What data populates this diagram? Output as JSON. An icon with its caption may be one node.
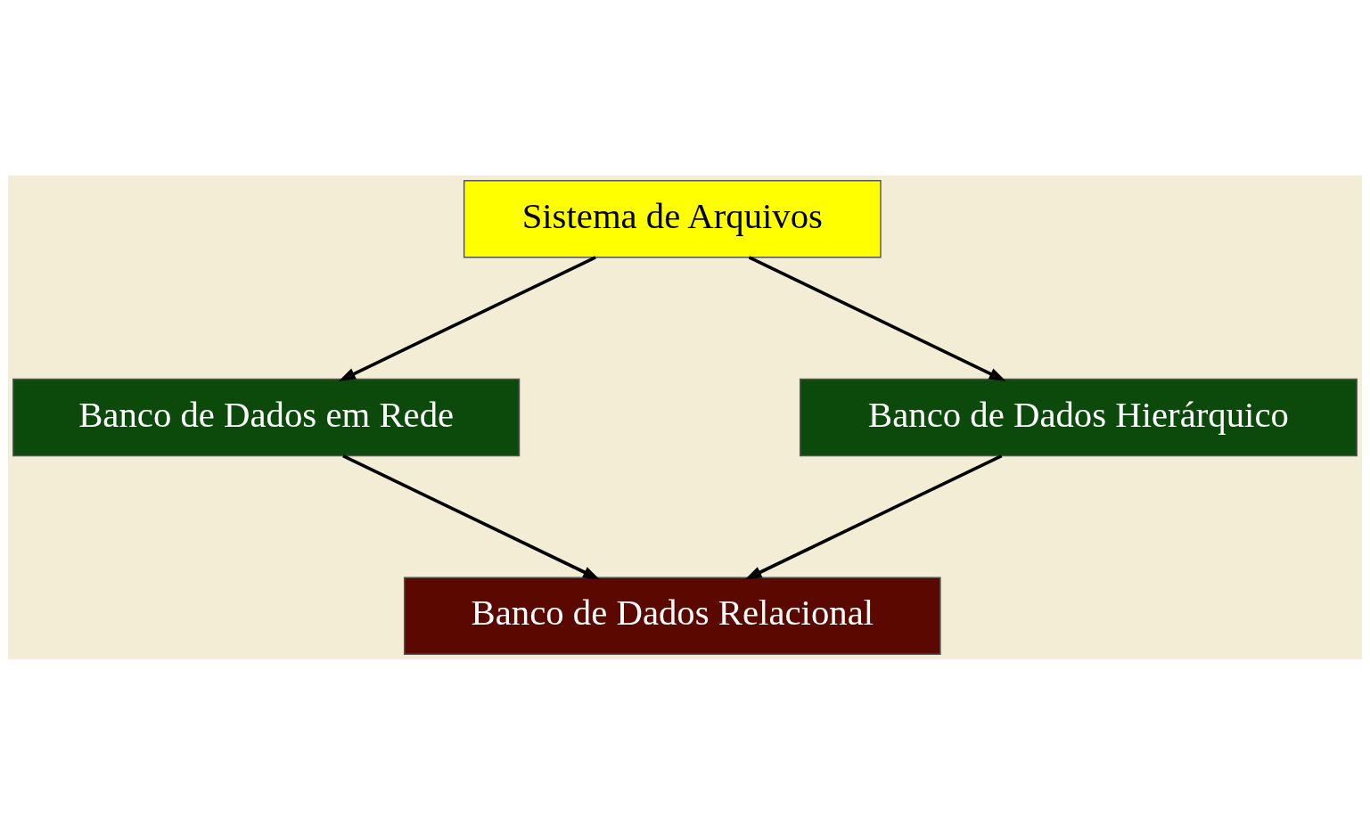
{
  "diagram": {
    "nodes": [
      {
        "text": [
          "Sistema de Arquivos"
        ]
      },
      {
        "text": [
          "Banco de Dados em Rede"
        ]
      },
      {
        "text": [
          "Banco de Dados Hierárquico"
        ]
      },
      {
        "text": [
          "Banco de Dados Relacional"
        ]
      }
    ],
    "edges": [
      {
        "from": 0,
        "to": 1,
        "arrow": "to"
      },
      {
        "from": 0,
        "to": 2,
        "arrow": "to"
      },
      {
        "from": 1,
        "to": 3,
        "arrow": "to"
      },
      {
        "from": 2,
        "to": 3,
        "arrow": "to"
      }
    ]
  }
}
